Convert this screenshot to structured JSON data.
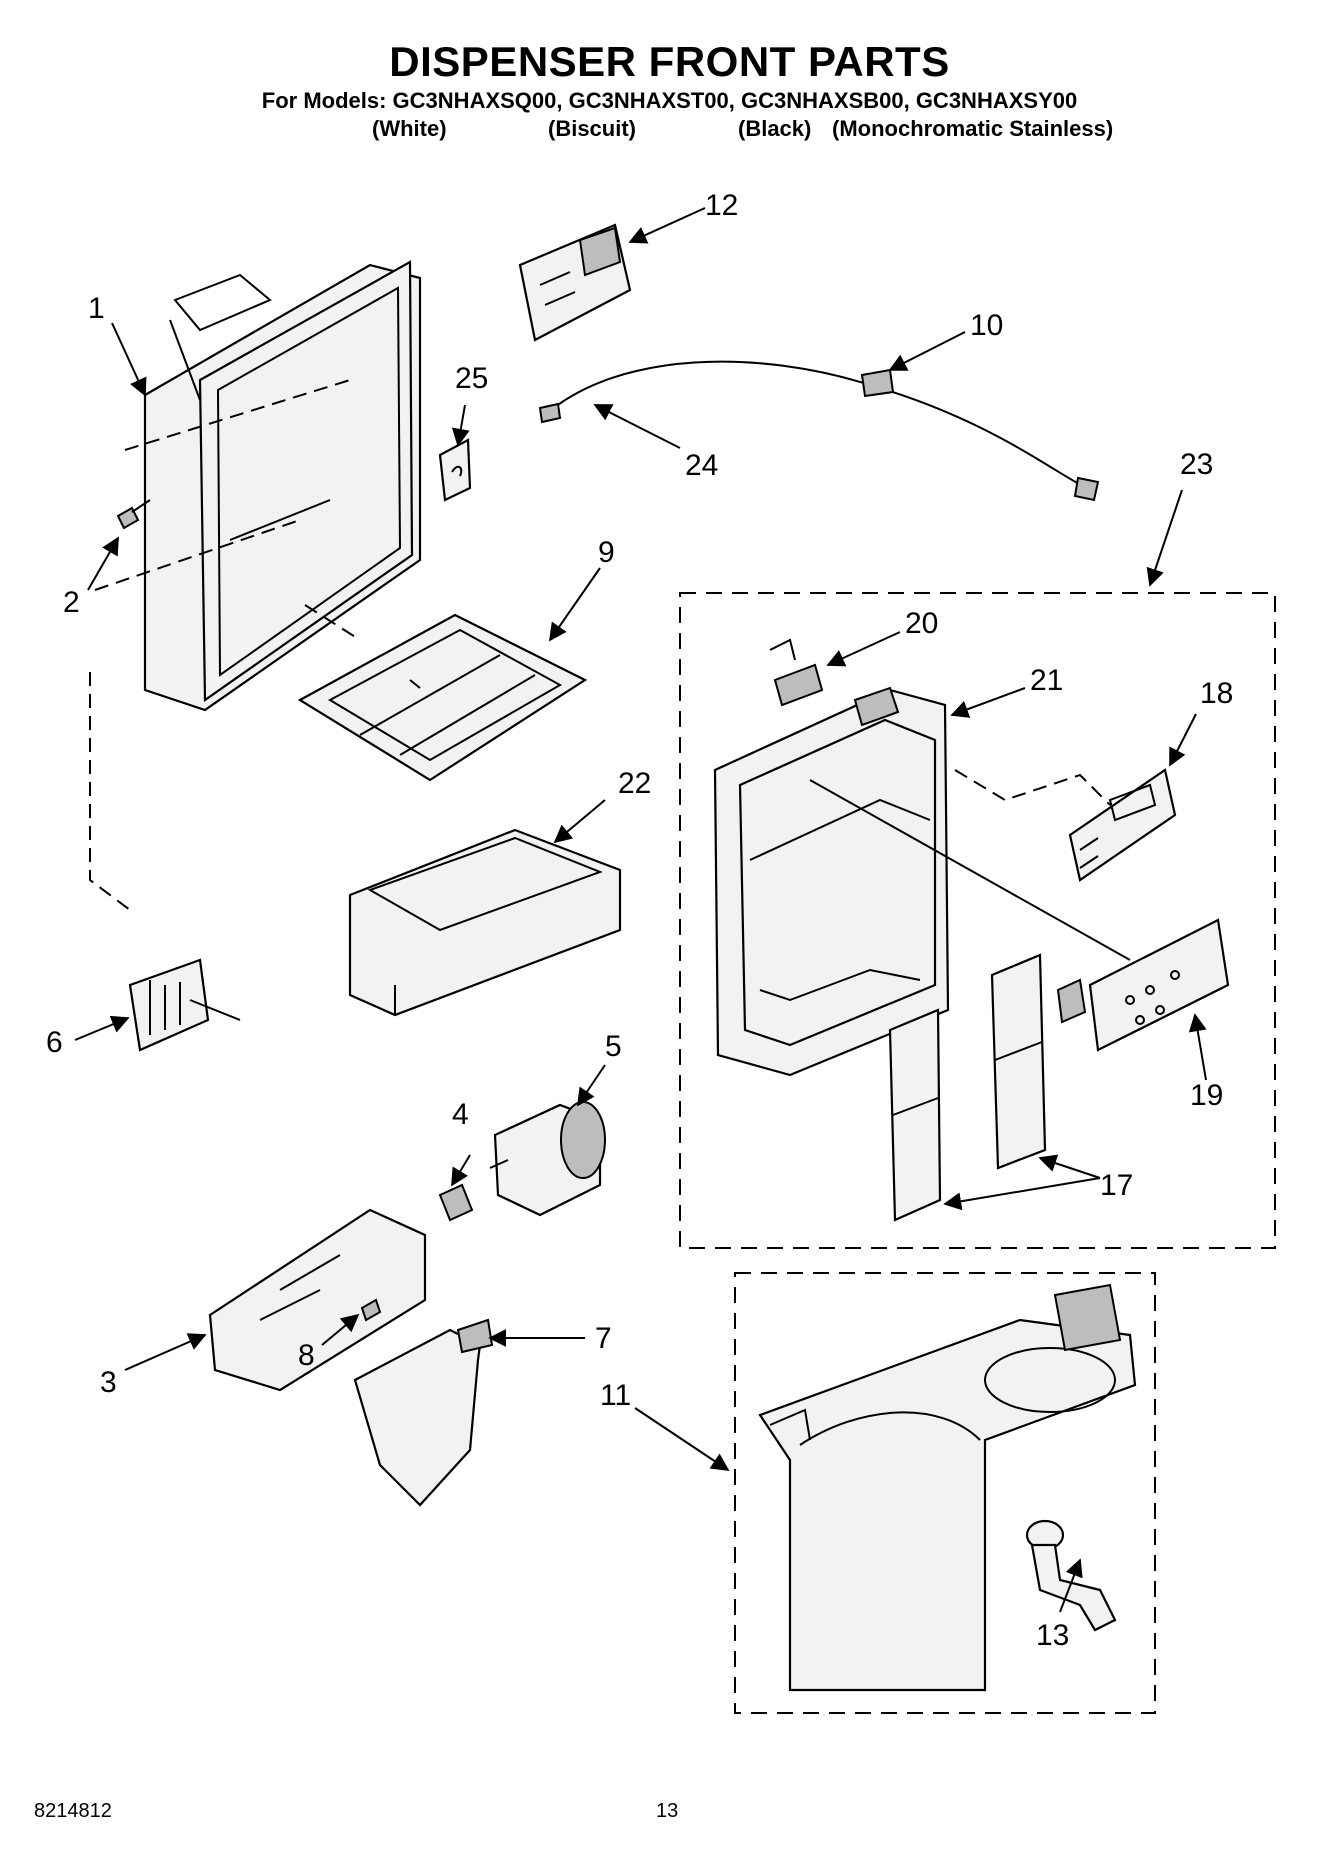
{
  "header": {
    "title": "DISPENSER FRONT PARTS",
    "models_line": "For Models: GC3NHAXSQ00, GC3NHAXST00, GC3NHAXSB00, GC3NHAXSY00",
    "colors": [
      "(White)",
      "(Biscuit)",
      "(Black)",
      "(Monochromatic Stainless)"
    ]
  },
  "callouts": [
    "1",
    "2",
    "3",
    "4",
    "5",
    "6",
    "7",
    "8",
    "9",
    "10",
    "11",
    "12",
    "13",
    "17",
    "18",
    "19",
    "20",
    "21",
    "22",
    "23",
    "24",
    "25"
  ],
  "footer": {
    "doc_number": "8214812",
    "page_number": "13"
  }
}
